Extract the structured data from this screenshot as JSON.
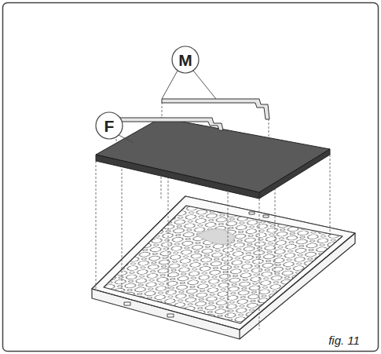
{
  "diagram": {
    "labels": [
      "M",
      "F",
      "fig. 11"
    ]
  }
}
